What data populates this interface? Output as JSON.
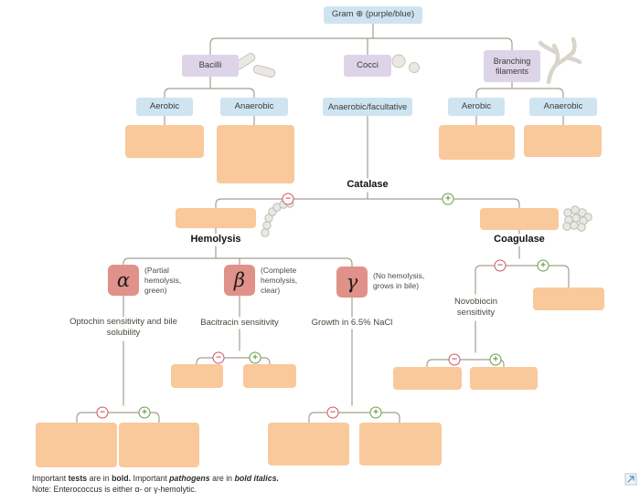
{
  "tree": {
    "root": "Gram ⊕ (purple/blue)",
    "bacilli": "Bacilli",
    "cocci": "Cocci",
    "branching": "Branching filaments",
    "bacilli_aerobic": "Aerobic",
    "bacilli_anaerobic": "Anaerobic",
    "cocci_metabolism": "Anaerobic/facultative",
    "branching_aerobic": "Aerobic",
    "branching_anaerobic": "Anaerobic",
    "catalase": "Catalase",
    "hemolysis": "Hemolysis",
    "coagulase": "Coagulase",
    "alpha": "α",
    "alpha_note": "(Partial hemolysis, green)",
    "beta": "β",
    "beta_note": "(Complete hemolysis, clear)",
    "gamma": "γ",
    "gamma_note": "(No hemolysis, grows in bile)",
    "optochin": "Optochin sensitivity and bile solubility",
    "bacitracin": "Bacitracin sensitivity",
    "nacl": "Growth in 6.5% NaCl",
    "novobiocin": "Novobiocin sensitivity",
    "minus_sign": "−",
    "plus_sign": "+"
  },
  "footnotes": {
    "line1": {
      "seg1": "Important ",
      "seg2": "tests",
      "seg3": " are in ",
      "seg4": "bold.",
      "seg5": " Important ",
      "seg6": "pathogens",
      "seg7": " are in ",
      "seg8": "bold italics."
    },
    "line2": "Note: Enterococcus is either α- or γ-hemolytic."
  },
  "colors": {
    "line": "#a89e90",
    "blue_box": "#cfe4f1",
    "purple_box": "#ddd4e8",
    "orange_box": "#f9c99c",
    "greek_box": "#e0918a",
    "minus": "#cc5663",
    "plus": "#669c48"
  }
}
